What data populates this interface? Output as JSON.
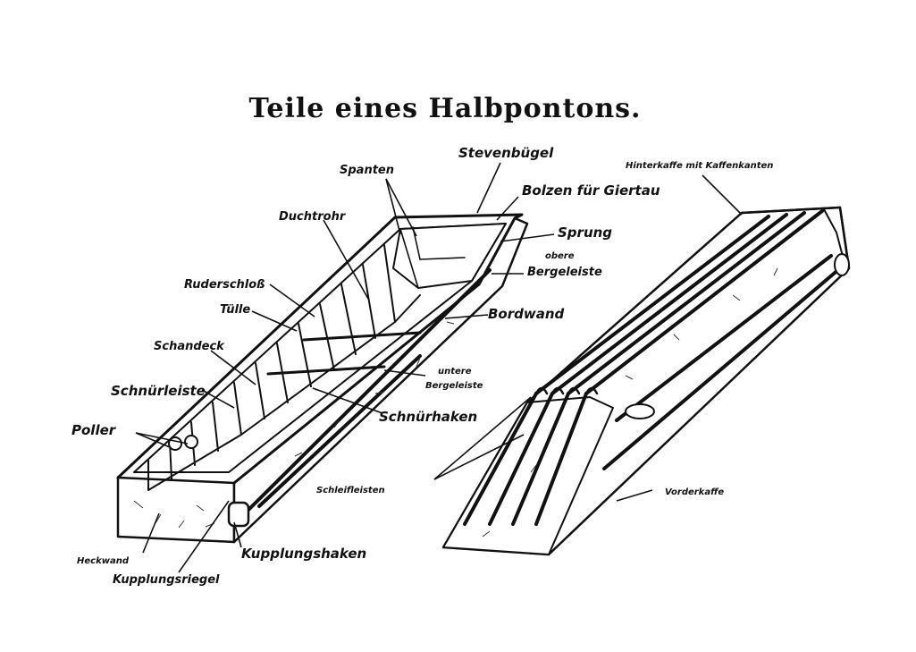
{
  "title": "Teile eines Halbpontons.",
  "labels": {
    "spanten": "Spanten",
    "stevenbuegel": "Stevenbügel",
    "bolzen": "Bolzen für Giertau",
    "duchtrohr": "Duchtrohr",
    "sprung": "Sprung",
    "obere_bergeleiste_1": "obere",
    "obere_bergeleiste_2": "Bergeleiste",
    "ruderschloss": "Ruderschloß",
    "tuelle": "Tülle",
    "bordwand": "Bordwand",
    "schandeck": "Schandeck",
    "untere_bergeleiste_1": "untere",
    "untere_bergeleiste_2": "Bergeleiste",
    "schnuerleiste": "Schnürleiste",
    "schnuerhaken": "Schnürhaken",
    "poller": "Poller",
    "schleifleisten": "Schleifleisten",
    "heckwand": "Heckwand",
    "kupplungshaken": "Kupplungshaken",
    "kupplungsriegel": "Kupplungsriegel",
    "hinterkaffe": "Hinterkaffe mit Kaffenkanten",
    "vorderkaffe": "Vorderkaffe"
  }
}
